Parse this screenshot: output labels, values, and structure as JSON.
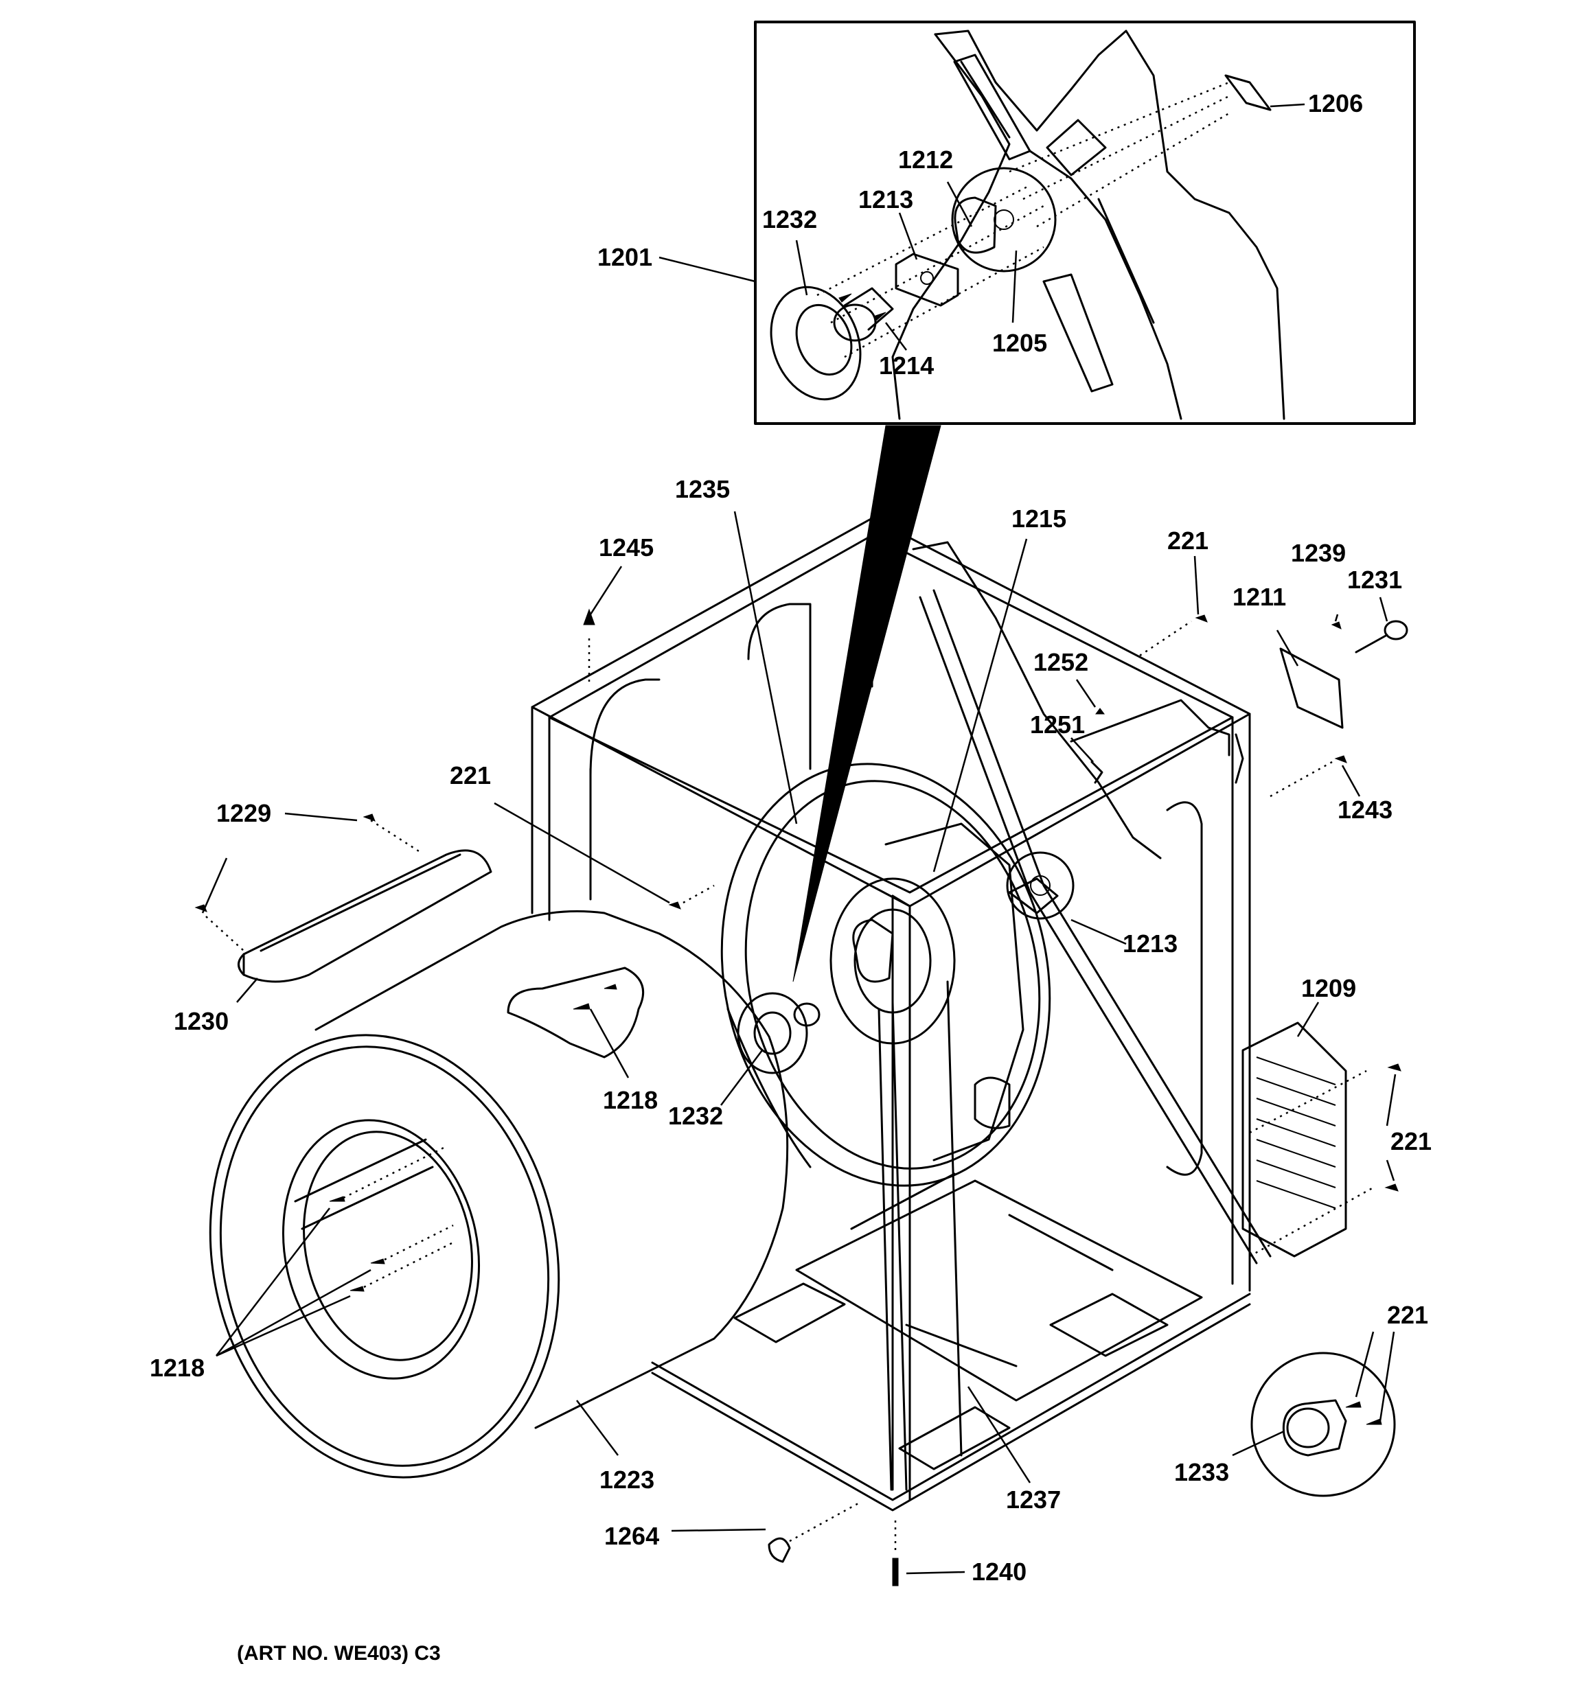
{
  "callouts": [
    {
      "key": "c1206",
      "text": "1206"
    },
    {
      "key": "c1212",
      "text": "1212"
    },
    {
      "key": "c1213a",
      "text": "1213"
    },
    {
      "key": "c1232a",
      "text": "1232"
    },
    {
      "key": "c1201",
      "text": "1201"
    },
    {
      "key": "c1205",
      "text": "1205"
    },
    {
      "key": "c1214",
      "text": "1214"
    },
    {
      "key": "c1235",
      "text": "1235"
    },
    {
      "key": "c1215",
      "text": "1215"
    },
    {
      "key": "c221a",
      "text": "221"
    },
    {
      "key": "c1239",
      "text": "1239"
    },
    {
      "key": "c1231",
      "text": "1231"
    },
    {
      "key": "c1211",
      "text": "1211"
    },
    {
      "key": "c1245",
      "text": "1245"
    },
    {
      "key": "c1252",
      "text": "1252"
    },
    {
      "key": "c1251",
      "text": "1251"
    },
    {
      "key": "c1243",
      "text": "1243"
    },
    {
      "key": "c221b",
      "text": "221"
    },
    {
      "key": "c1229",
      "text": "1229"
    },
    {
      "key": "c1213b",
      "text": "1213"
    },
    {
      "key": "c1230",
      "text": "1230"
    },
    {
      "key": "c1209",
      "text": "1209"
    },
    {
      "key": "c1218a",
      "text": "1218"
    },
    {
      "key": "c1232b",
      "text": "1232"
    },
    {
      "key": "c221c",
      "text": "221"
    },
    {
      "key": "c221d",
      "text": "221"
    },
    {
      "key": "c1218b",
      "text": "1218"
    },
    {
      "key": "c1223",
      "text": "1223"
    },
    {
      "key": "c1233",
      "text": "1233"
    },
    {
      "key": "c1237",
      "text": "1237"
    },
    {
      "key": "c1264",
      "text": "1264"
    },
    {
      "key": "c1240",
      "text": "1240"
    }
  ],
  "art_number": "(ART NO. WE403) C3"
}
